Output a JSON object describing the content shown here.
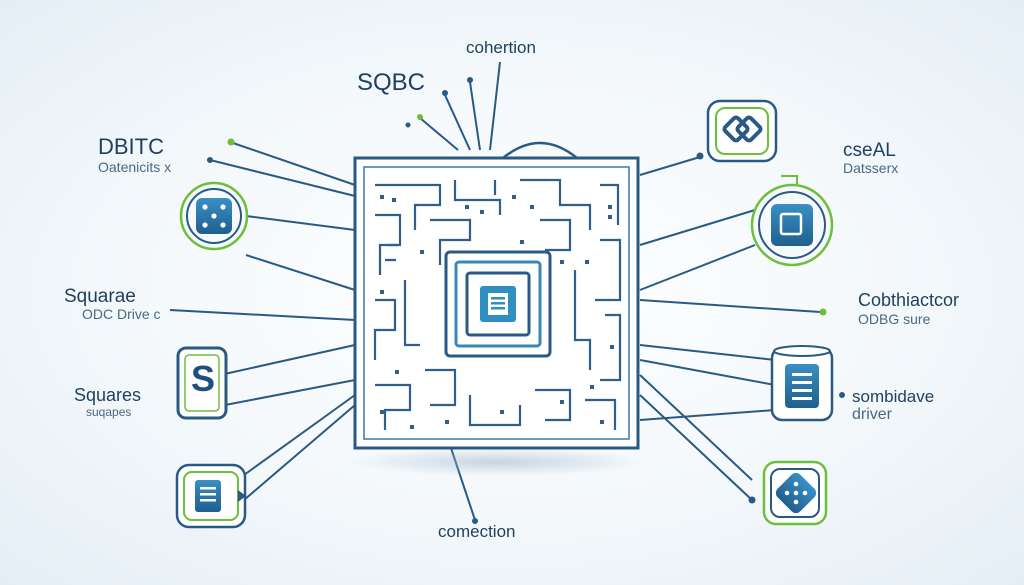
{
  "labels": {
    "top_connection": "cohertion",
    "top_name": "SQBC",
    "left_top_title": "DBITC",
    "left_top_sub": "Oatenicits x",
    "left_mid_title": "Squarae",
    "left_mid_sub": "ODC Drive c",
    "left_bottom_title": "Squares",
    "left_bottom_sub": "suqapes",
    "right_top_title": "cseAL",
    "right_top_sub": "Datsserx",
    "right_mid_title": "Cobthiactcor",
    "right_mid_sub": "ODBG sure",
    "right_bottom_title": "sombidave",
    "right_bottom_sub": "driver",
    "bottom_connection": "comection"
  },
  "nodes": {
    "left_mid_letter": "S"
  },
  "colors": {
    "primary": "#2a5f8a",
    "accent": "#2f8fc0",
    "green": "#6cbf3a",
    "line": "#2a5a84",
    "bg": "#f3f8fb"
  }
}
